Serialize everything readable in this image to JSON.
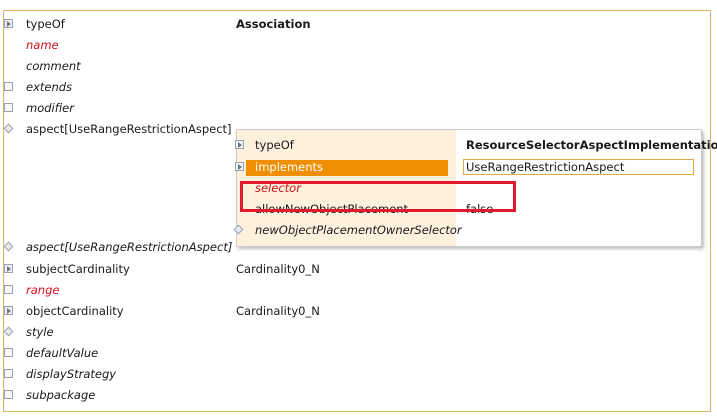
{
  "properties": [
    {
      "label": "typeOf",
      "value": "Association"
    },
    {
      "label": "name"
    },
    {
      "label": "comment"
    },
    {
      "label": "extends"
    },
    {
      "label": "modifier"
    },
    {
      "label": "aspect[UseRangeRestrictionAspect]"
    },
    {
      "label": "aspect[UseRangeRestrictionAspect]"
    },
    {
      "label": "subjectCardinality",
      "value": "Cardinality0_N"
    },
    {
      "label": "range"
    },
    {
      "label": "objectCardinality",
      "value": "Cardinality0_N"
    },
    {
      "label": "style"
    },
    {
      "label": "defaultValue"
    },
    {
      "label": "displayStrategy"
    },
    {
      "label": "subpackage"
    }
  ],
  "aspect_popup": {
    "rows": [
      {
        "label": "typeOf",
        "value": "ResourceSelectorAspectImplementation"
      },
      {
        "label": "implements",
        "value": "UseRangeRestrictionAspect"
      },
      {
        "label": "selector"
      },
      {
        "label": "allowNewObjectPlacement",
        "value": "false"
      },
      {
        "label": "newObjectPlacementOwnerSelector"
      }
    ]
  },
  "colors": {
    "required_label": "#d0101a",
    "selection_bg": "#ee8e00",
    "popup_left_bg": "#fdf1dd",
    "highlight_border": "#e11a2b",
    "frame_border": "#d9b46a"
  }
}
